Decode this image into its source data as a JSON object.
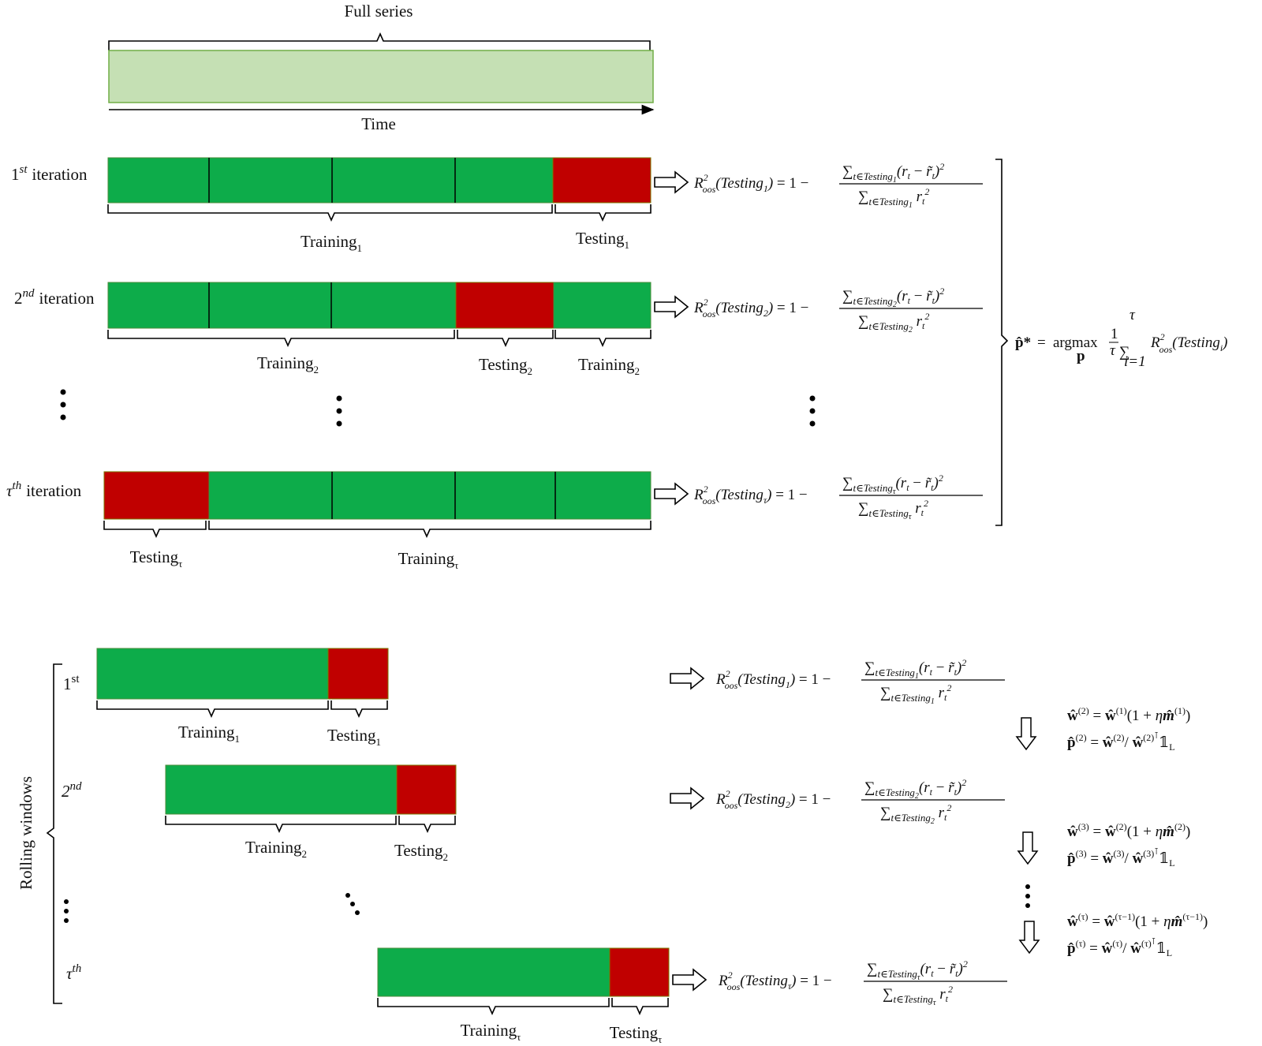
{
  "colors": {
    "training": "#0dac4a",
    "testing": "#c00000",
    "full_series": "#c5e0b4",
    "full_series_border": "#70ad47"
  },
  "top": {
    "full_series_label": "Full series",
    "time_label": "Time",
    "iterations": [
      {
        "ordinal": "1",
        "sup": "st",
        "word": "iteration",
        "blocks": [
          {
            "kind": "training",
            "len": 4
          },
          {
            "kind": "testing",
            "len": 1
          }
        ],
        "labels": [
          {
            "text": "Training",
            "sub": "1"
          },
          {
            "text": "Testing",
            "sub": "1"
          }
        ]
      },
      {
        "ordinal": "2",
        "sup": "nd",
        "word": "iteration",
        "blocks": [
          {
            "kind": "training",
            "len": 3
          },
          {
            "kind": "testing",
            "len": 1
          },
          {
            "kind": "training",
            "len": 1
          }
        ],
        "labels": [
          {
            "text": "Training",
            "sub": "2"
          },
          {
            "text": "Testing",
            "sub": "2"
          },
          {
            "text": "Training",
            "sub": "2"
          }
        ]
      },
      {
        "ordinal": "τ",
        "sup": "th",
        "word": "iteration",
        "blocks": [
          {
            "kind": "testing",
            "len": 1
          },
          {
            "kind": "training",
            "len": 4
          }
        ],
        "labels": [
          {
            "text": "Testing",
            "sub": "τ"
          },
          {
            "text": "Training",
            "sub": "τ"
          }
        ]
      }
    ],
    "formula_subs": [
      "1",
      "2",
      "τ"
    ],
    "objective": {
      "lhs": "p̂*",
      "op": "argmax",
      "op_sub": "p",
      "sum_upper": "τ",
      "sum_lower": "i=1",
      "frac_num": "1",
      "frac_den": "τ",
      "term": "R",
      "term_arg": "(Testing",
      "term_arg_sub": "i",
      "term_close": ")"
    }
  },
  "bottom": {
    "side_label": "Rolling windows",
    "windows": [
      {
        "ordinal": "1",
        "sup": "st",
        "italic": false,
        "train": {
          "text": "Training",
          "sub": "1"
        },
        "test": {
          "text": "Testing",
          "sub": "1"
        }
      },
      {
        "ordinal": "2",
        "sup": "nd",
        "italic": true,
        "train": {
          "text": "Training",
          "sub": "2"
        },
        "test": {
          "text": "Testing",
          "sub": "2"
        }
      },
      {
        "ordinal": "τ",
        "sup": "th",
        "italic": true,
        "train": {
          "text": "Training",
          "sub": "τ"
        },
        "test": {
          "text": "Testing",
          "sub": "τ"
        }
      }
    ],
    "formula_subs": [
      "1",
      "2",
      "τ"
    ],
    "updates": [
      {
        "k": "(2)",
        "km1": "(1)"
      },
      {
        "k": "(3)",
        "km1": "(2)"
      },
      {
        "k": "(τ)",
        "km1": "(τ−1)"
      }
    ]
  },
  "formula": {
    "r": "R",
    "r_sup": "2",
    "r_sub": "oos",
    "arg": "(Testing",
    "close": ")",
    "eq_one": "= 1 −",
    "num": "(r",
    "num_t": "t",
    "num_minus": "−",
    "num_rt": "r̃",
    "num_close": ")",
    "sum": "∑",
    "sum_sub": "t∈Testing",
    "den_r": "r",
    "sq": "2"
  },
  "update_text": {
    "w_hat": "ŵ",
    "m_hat": "m̂",
    "p_hat": "p̂",
    "eta": "η",
    "one_plus": "(1 +",
    "close": ")",
    "slash": "/",
    "transpose": "⊺",
    "ones": "𝟙",
    "ones_sub": "L"
  }
}
